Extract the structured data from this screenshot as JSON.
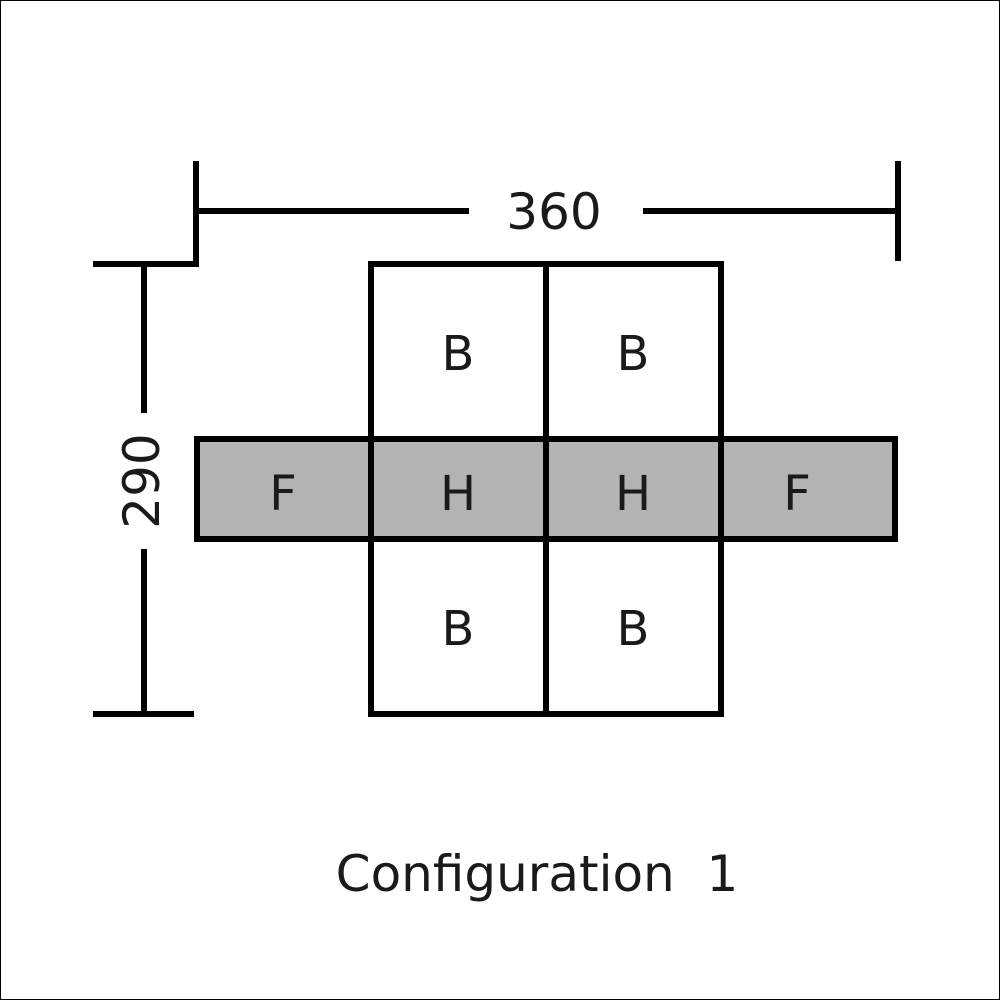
{
  "dimensions": {
    "width_label": "360",
    "height_label": "290"
  },
  "grid": {
    "top_row": [
      "B",
      "B"
    ],
    "middle_row": [
      "F",
      "H",
      "H",
      "F"
    ],
    "bottom_row": [
      "B",
      "B"
    ]
  },
  "colors": {
    "shaded_fill": "#b3b3b3",
    "line": "#000000"
  },
  "caption": "Configuration  1"
}
